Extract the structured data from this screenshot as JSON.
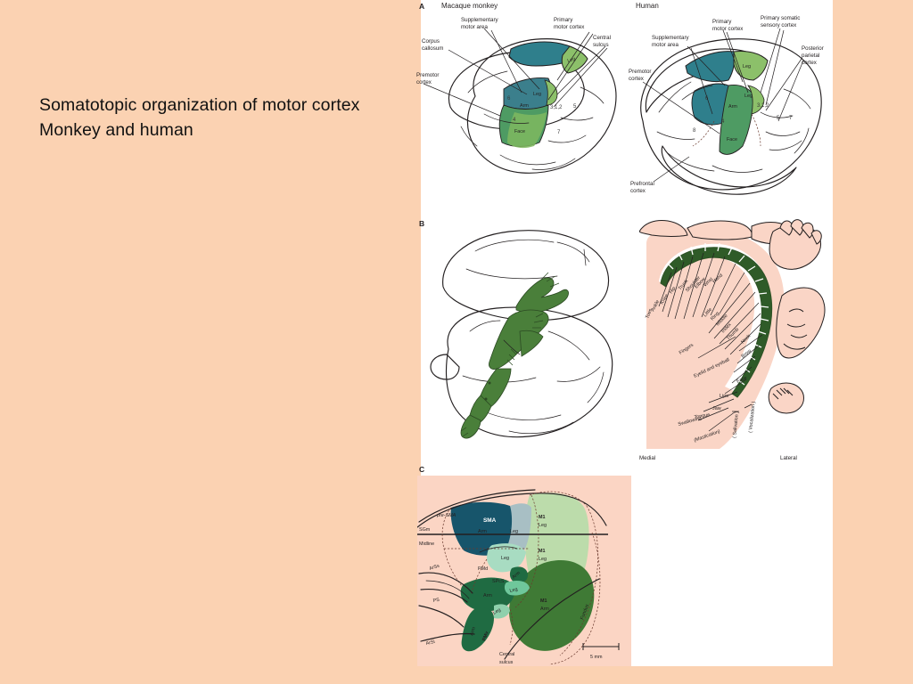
{
  "slide": {
    "background_color": "#fbd2b2",
    "title_lines": [
      "Somatotopic organization of motor cortex",
      "Monkey and human"
    ]
  },
  "figure": {
    "background_color": "#ffffff",
    "panels": {
      "a": {
        "letter": "A",
        "monkey": {
          "title": "Macaque monkey",
          "callouts": [
            "Supplementary motor area",
            "Primary motor cortex",
            "Corpus callosum",
            "Central sulcus",
            "Premotor cortex"
          ],
          "callout_parts": {
            "sma_1": "Supplementary",
            "sma_2": "motor area",
            "pmc_1": "Primary",
            "pmc_2": "motor cortex",
            "cc_1": "Corpus",
            "cc_2": "callosum",
            "cs_1": "Central",
            "cs_2": "sulcus",
            "pre_1": "Premotor",
            "pre_2": "cortex"
          },
          "body_parts": [
            "Leg",
            "Leg",
            "Arm",
            "Face"
          ],
          "areas": [
            "6",
            "4",
            "3,1,2",
            "5",
            "7"
          ]
        },
        "human": {
          "title": "Human",
          "callout_parts": {
            "sma_1": "Supplementary",
            "sma_2": "motor area",
            "pmc_1": "Primary",
            "pmc_2": "motor cortex",
            "pssc_1": "Primary somatic",
            "pssc_2": "sensory cortex",
            "ppc_1": "Posterior",
            "ppc_2": "parietal",
            "ppc_3": "cortex",
            "pre_1": "Premotor",
            "pre_2": "cortex",
            "pfc_1": "Prefrontal",
            "pfc_2": "cortex"
          },
          "body_parts": [
            "Leg",
            "Leg",
            "Arm",
            "Face"
          ],
          "areas": [
            "6",
            "4",
            "8",
            "3,1,2",
            "5",
            "7"
          ]
        }
      },
      "b": {
        "letter": "B",
        "homunculus_labels": [
          "Toes",
          "Ankle",
          "Knee",
          "Hip",
          "Trunk",
          "Shoulder",
          "Elbow",
          "Wrist",
          "Hand",
          "Little",
          "Ring",
          "Middle",
          "Index",
          "Thumb",
          "Fingers",
          "Neck",
          "Brow",
          "Eyelid and eyeball",
          "Face",
          "Lips",
          "Jaw",
          "Tongue",
          "Swallowing",
          "Mastication",
          "Salivation",
          "Vocalization"
        ],
        "orientation_left": "Medial",
        "orientation_right": "Lateral"
      },
      "c": {
        "letter": "C",
        "region_labels": [
          "SMA",
          "pre-SMA",
          "SGm",
          "Midline",
          "PMd",
          "PMv",
          "ArSs",
          "ArSi",
          "PS",
          "SPcS",
          "Fundus"
        ],
        "field_labels": [
          {
            "name": "SMA",
            "part": "Arm"
          },
          {
            "name": "SMA",
            "part": "Leg"
          },
          {
            "name": "M1",
            "part": "Leg"
          },
          {
            "name": "M1",
            "part": "Leg"
          },
          {
            "name": "M1",
            "part": "Arm"
          },
          {
            "name": "PMd",
            "part": "Arm"
          },
          {
            "name": "PMd",
            "part": "Leg"
          },
          {
            "name": "PMv",
            "part": "Arm"
          }
        ],
        "sulcus_1": "Central",
        "sulcus_2": "sulcus",
        "scale_bar": "5 mm"
      }
    },
    "colors": {
      "brain_fill": "#fad5c6",
      "sma_teal": "#2f7f8c",
      "m1_green": "#6aa84f",
      "motor_green": "#4e9b63",
      "dark_green": "#3b6e3b",
      "homunculus_green": "#4a7f3a",
      "panelc_bg": "#fbd5c4",
      "panelc_sma": "#17556b",
      "panelc_sma_leg": "#a8bfc4",
      "panelc_m1_leg": "#b8d8a8",
      "panelc_m1_arm": "#3f7a35",
      "panelc_pm_arm": "#1f6b42",
      "panelc_pm_leg": "#8fd0ac"
    }
  }
}
